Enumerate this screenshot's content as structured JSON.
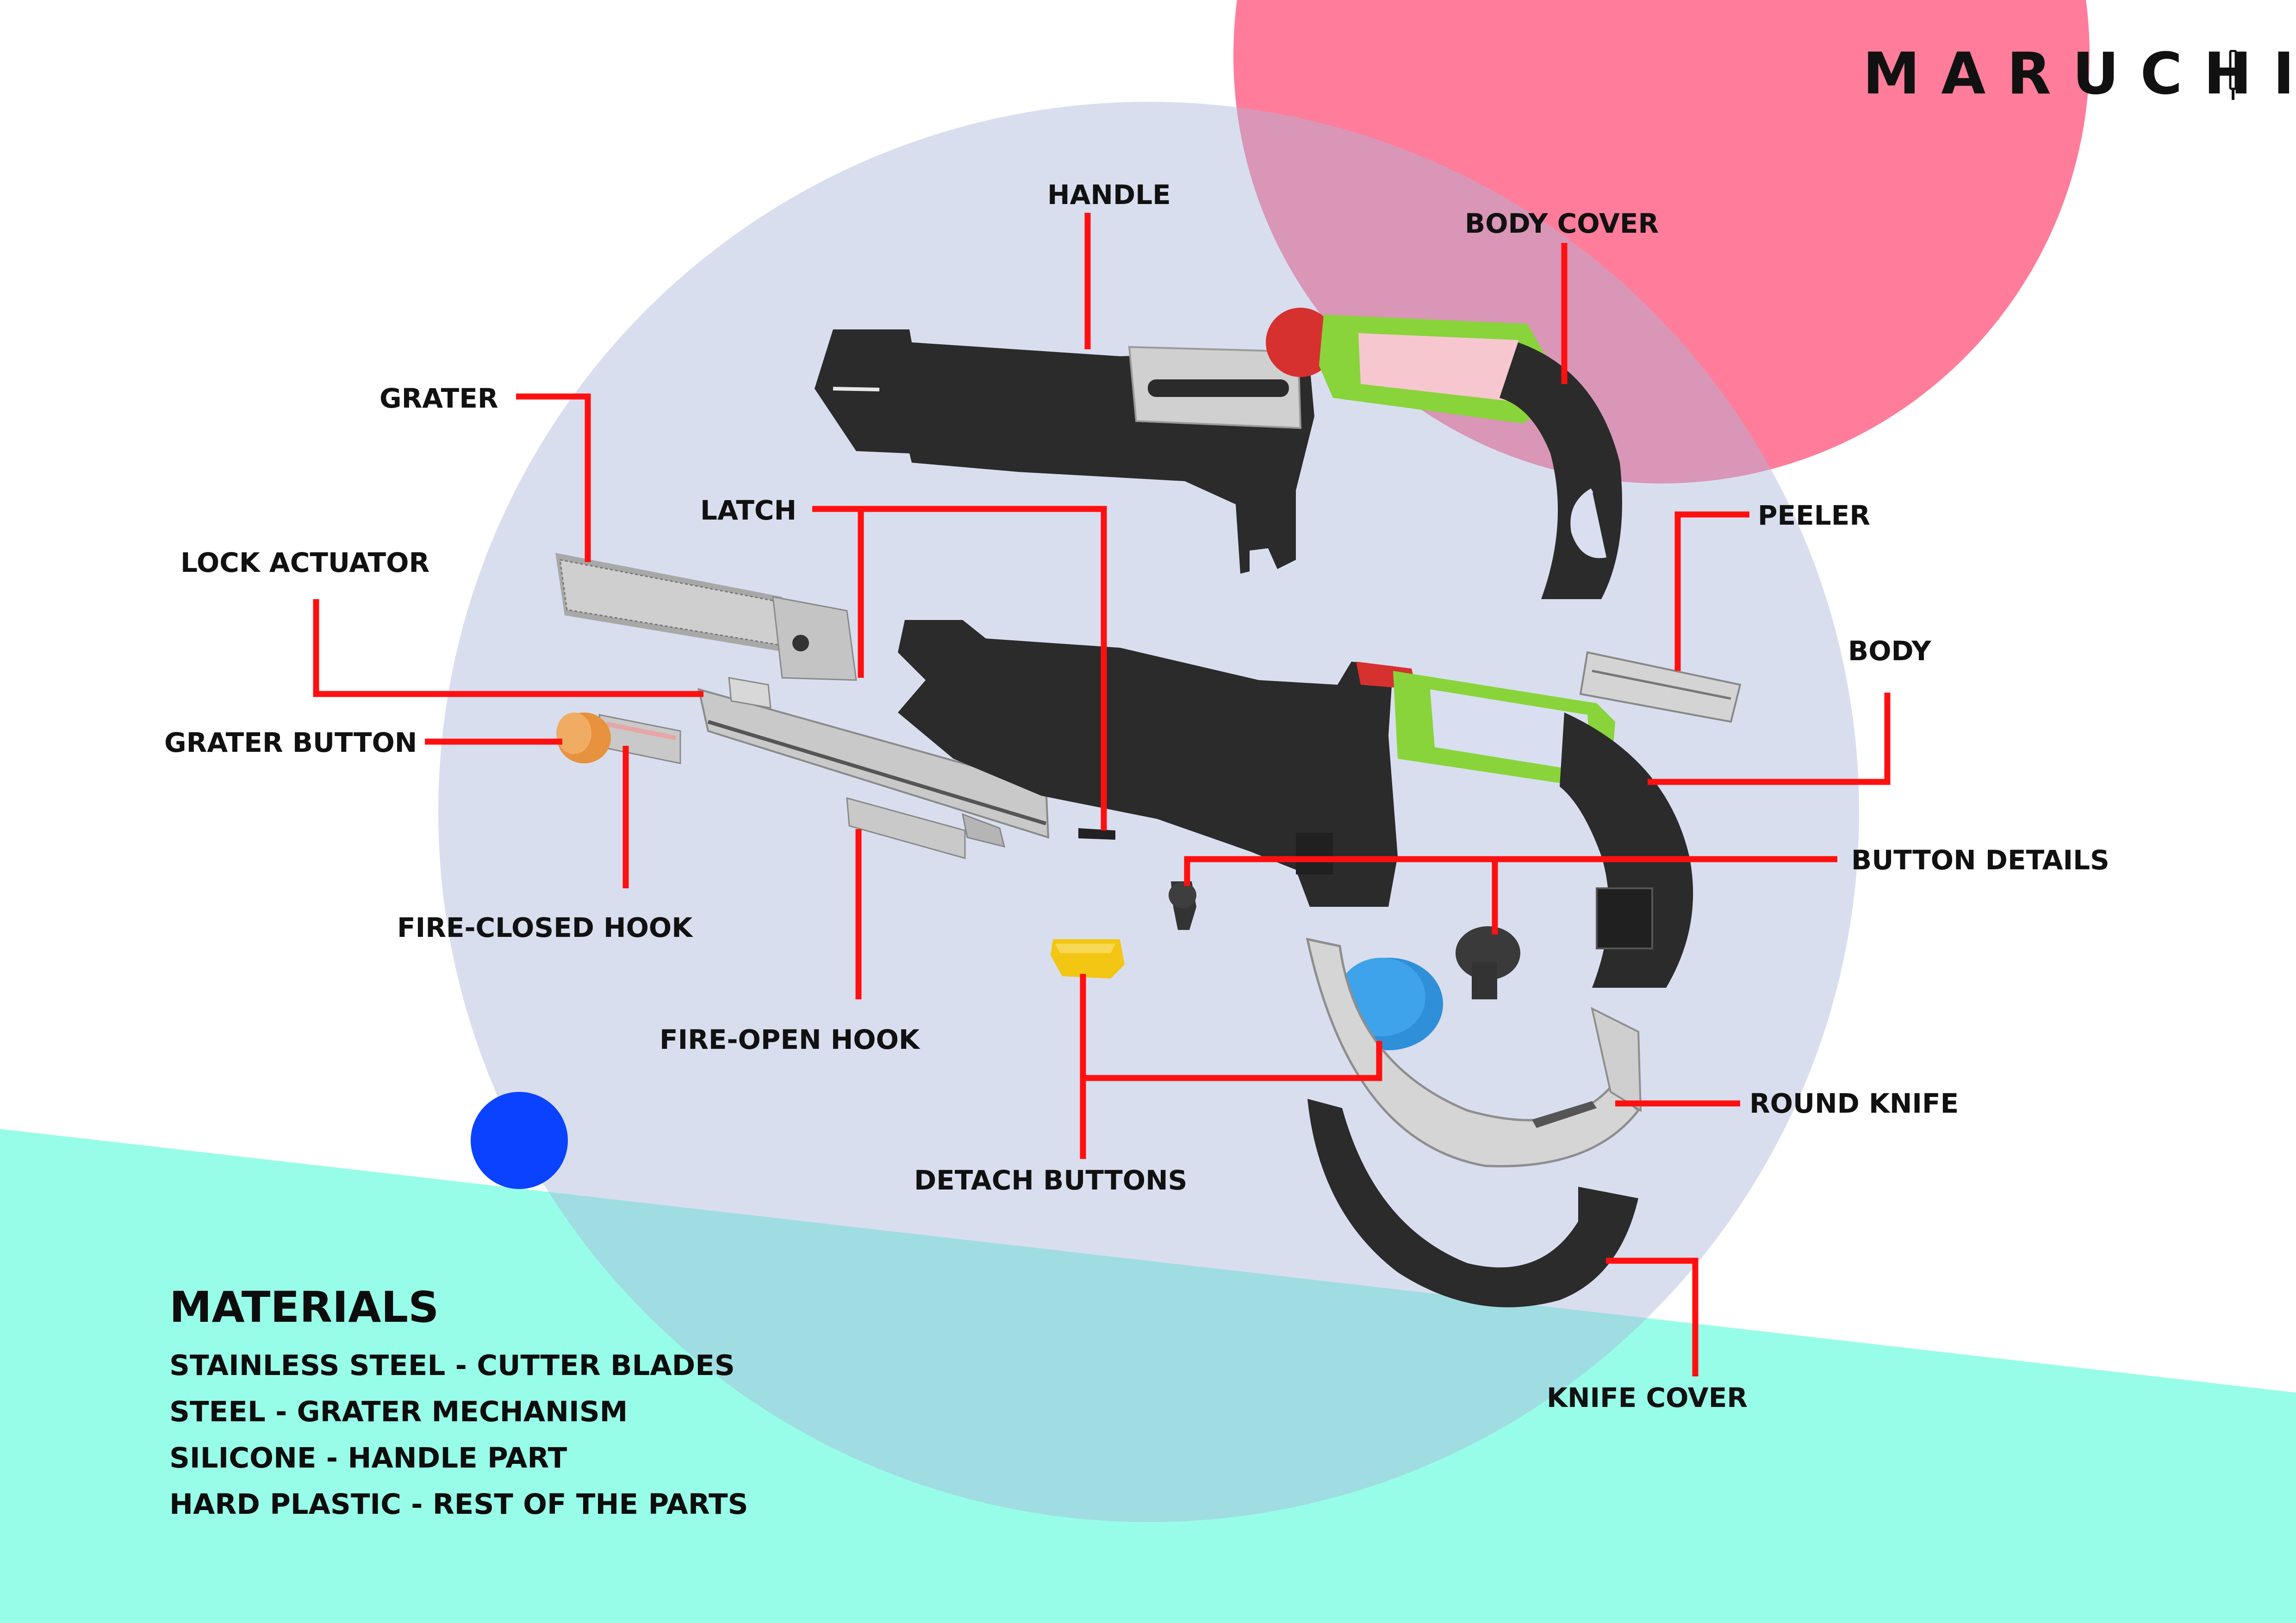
{
  "brand": {
    "name": "MARUCHI"
  },
  "colors": {
    "big_circle": "#d9dff0",
    "pink_circle": "#ff7d9a",
    "teal_band": "#98fde8",
    "blue_dot": "#0a42ff",
    "leader_line": "#ff1010",
    "part_black": "#2b2b2b",
    "part_green": "#88d43a",
    "part_red": "#d6302f",
    "part_steel": "#c9c9c9",
    "part_orange": "#e6923e",
    "part_yellow": "#f2c613",
    "part_blue": "#2f8fd9"
  },
  "labels": {
    "handle": "HANDLE",
    "body_cover": "BODY COVER",
    "grater": "GRATER",
    "latch": "LATCH",
    "peeler": "PEELER",
    "lock_actuator": "LOCK ACTUATOR",
    "body": "BODY",
    "grater_button": "GRATER BUTTON",
    "button_details": "BUTTON DETAILS",
    "fire_closed_hook": "FIRE-CLOSED HOOK",
    "round_knife": "ROUND KNIFE",
    "fire_open_hook": "FIRE-OPEN HOOK",
    "detach_buttons": "DETACH BUTTONS",
    "knife_cover": "KNIFE COVER"
  },
  "materials": {
    "title": "MATERIALS",
    "items": [
      "STAINLESS STEEL - CUTTER BLADES",
      "STEEL - GRATER MECHANISM",
      "SILICONE - HANDLE PART",
      "HARD PLASTIC - REST OF THE PARTS"
    ]
  }
}
